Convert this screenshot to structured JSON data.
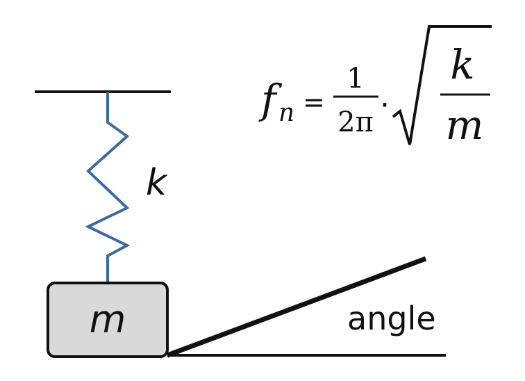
{
  "formula": {
    "lhs_symbol": "f",
    "lhs_subscript": "n",
    "equals": "=",
    "frac_numerator": "1",
    "frac_denominator": "2π",
    "dot": "·",
    "root_numerator": "k",
    "root_denominator": "m"
  },
  "spring_label": "k",
  "mass_label": "m",
  "angle_label": "angle",
  "colors": {
    "spring": "#3d6a9e",
    "mass_fill": "#d9d9d9",
    "line": "#111111"
  }
}
